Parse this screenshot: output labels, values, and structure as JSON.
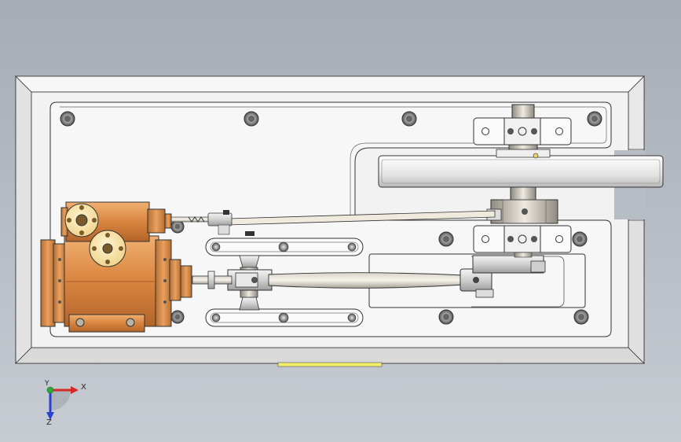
{
  "viewport": {
    "background_top": "#a5acb5",
    "background_bottom": "#c7ccd3"
  },
  "model": {
    "components": [
      {
        "name": "base-plate",
        "color": "#f2f2f2"
      },
      {
        "name": "cylinder",
        "color": "#d9843f"
      },
      {
        "name": "valve-chest",
        "color": "#e39a54"
      },
      {
        "name": "flywheel",
        "color": "#e6e6e6"
      },
      {
        "name": "crankshaft",
        "color": "#c9c2b4"
      },
      {
        "name": "connecting-rod",
        "color": "#bdb8ad"
      },
      {
        "name": "crosshead-guides",
        "color": "#f4f4f4"
      },
      {
        "name": "eccentric-rod",
        "color": "#d8d2c2"
      },
      {
        "name": "bearing-blocks",
        "color": "#f4f4f4"
      },
      {
        "name": "edge-marker",
        "color": "#f2ee6a"
      }
    ]
  },
  "triad": {
    "x_label": "X",
    "y_label": "Y",
    "z_label": "Z",
    "x_color": "#d42a2a",
    "y_color": "#2ea836",
    "z_color": "#2b3fd1"
  }
}
